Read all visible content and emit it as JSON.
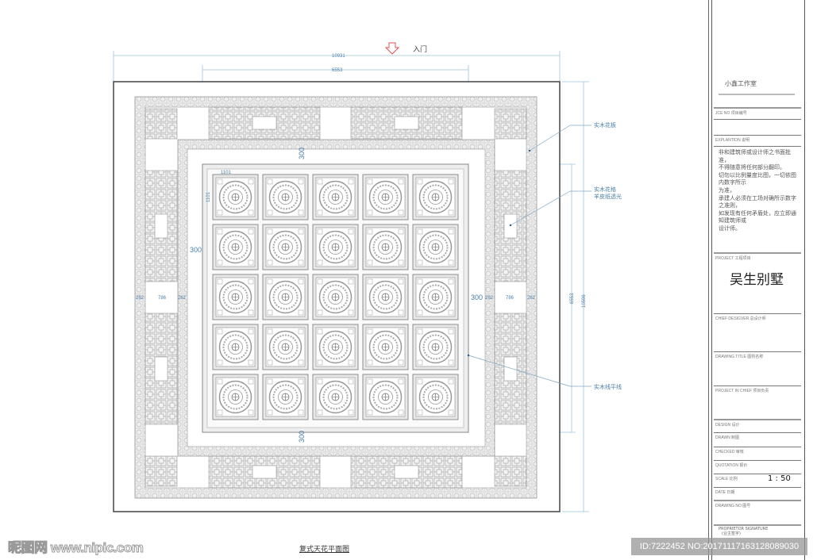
{
  "drawing": {
    "entrance_label": "入门",
    "caption": "复式天花平面图",
    "dimensions": {
      "overall_width": "10931",
      "inner_width": "6553",
      "overall_height": "10596",
      "inner_height": "6553",
      "tile_width": "1101",
      "tile_height": "1101",
      "offset_top": "300",
      "offset_bottom": "300",
      "offset_left": "300",
      "offset_right": "300",
      "side_left": [
        "262",
        "786",
        "262"
      ],
      "side_right": [
        "262",
        "786",
        "262"
      ]
    },
    "annotations": [
      "实木花板",
      "实木花格",
      "羊皮纸透光",
      "实木线平线"
    ],
    "grid": {
      "rows": 5,
      "cols": 5
    }
  },
  "title_block": {
    "studio": "小鑫工作室",
    "job_no": "JCE NO  项目编号",
    "explanation_label": "EXPLANTION  说明",
    "explanation_text": [
      "非和建筑师或设计师之书面批准，",
      "不得随意将任何部分翻印。",
      "切勿以比例量度比图，一切依图内数字所示",
      "为准，",
      "承建人必须在工场对确所示数字之准则，",
      "如发现有任何矛盾处，应立即通知建筑师或",
      "设计师。"
    ],
    "project_label": "PROJECT  工程项目",
    "project_name": "吴生别墅",
    "chief_designer": "CHIEF DESIGVER 总设计师",
    "drawing_title": "DRAWING TITLE   图则名称",
    "project_in_chief": "PROJECT IN CHIEF  项目负责",
    "design": "DESIGN 设计",
    "drawn": "DRAWN  制图",
    "checked": "CHECKED 审核",
    "quotation": "QUOTATION 报价",
    "scale_label": "SCALE  比例",
    "scale_value": "1 : 50",
    "date": "DATE   日期",
    "drawing_no": "DRAWING NO  图号",
    "proprietor": "PROPRIETOR SIGNATURE",
    "proprietor_cn": "(业主签字)"
  },
  "watermark": {
    "site": "昵图网 www.nipic.com",
    "id": "ID:7222452 NO:20171117163128089030"
  },
  "colors": {
    "dimension": "#4a7fa8",
    "arrow": "#e05050",
    "ornament": "#c8c8c8"
  }
}
